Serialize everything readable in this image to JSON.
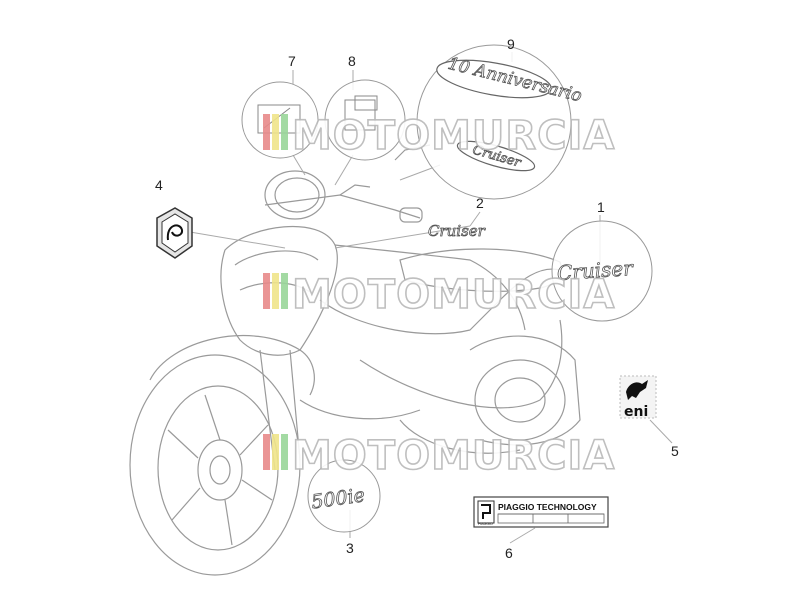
{
  "callouts": {
    "c1": "1",
    "c2": "2",
    "c3": "3",
    "c4": "4",
    "c5": "5",
    "c6": "6",
    "c7": "7",
    "c8": "8",
    "c9": "9"
  },
  "decals": {
    "cruiser_text": "Cruiser",
    "anniversario_text": "10 Anniversario",
    "model_badge": "500ie",
    "eni_text": "eni",
    "plate_text": "PIAGGIO TECHNOLOGY",
    "plate_logo_caption": "PIAGGIO"
  },
  "watermark": {
    "text": "MOTOMURCIA",
    "stripe_colors": [
      "#e88a8a",
      "#f0e58a",
      "#9ad69a"
    ]
  },
  "colors": {
    "line": "#aaaaaa",
    "text": "#222222"
  }
}
